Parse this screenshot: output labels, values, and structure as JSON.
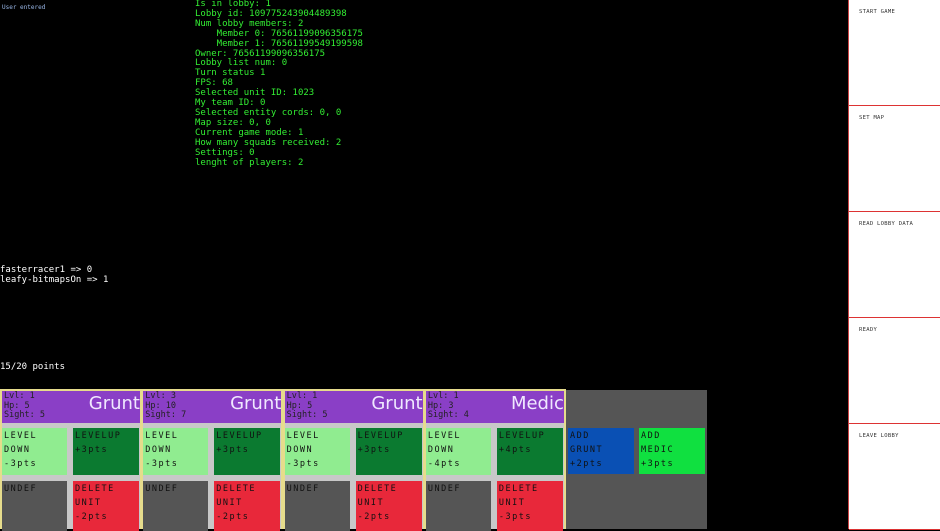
{
  "status": "User entered",
  "debug": [
    "Is in lobby: 1",
    "Lobby id: 109775243904489398",
    "Num lobby members: 2",
    "    Member 0: 76561199096356175",
    "    Member 1: 76561199549199598",
    "Owner: 76561199096356175",
    "Lobby list num: 0",
    "Turn status 1",
    "FPS: 68",
    "Selected unit ID: 1023",
    "My team ID: 0",
    "Selected entity cords: 0, 0",
    "Map size: 0, 0",
    "Current game mode: 1",
    "How many squads received: 2",
    "Settings: 0",
    "lenght of players: 2"
  ],
  "players": [
    "fasterracer1 => 0",
    "leafy-bitmapsOn => 1"
  ],
  "points": "15/20 points",
  "units": [
    {
      "name": "Grunt",
      "stats": "Lvl: 1\nHp: 5\nSight: 5",
      "down": "LEVEL\nDOWN\n-3pts",
      "up": "LEVELUP\n+3pts",
      "undef": "UNDEF",
      "del": "DELETE\nUNIT\n-2pts"
    },
    {
      "name": "Grunt",
      "stats": "Lvl: 3\nHp: 10\nSight: 7",
      "down": "LEVEL\nDOWN\n-3pts",
      "up": "LEVELUP\n+3pts",
      "undef": "UNDEF",
      "del": "DELETE\nUNIT\n-2pts"
    },
    {
      "name": "Grunt",
      "stats": "Lvl: 1\nHp: 5\nSight: 5",
      "down": "LEVEL\nDOWN\n-3pts",
      "up": "LEVELUP\n+3pts",
      "undef": "UNDEF",
      "del": "DELETE\nUNIT\n-2pts"
    },
    {
      "name": "Medic",
      "stats": "Lvl: 1\nHp: 3\nSight: 4",
      "down": "LEVEL\nDOWN\n-4pts",
      "up": "LEVELUP\n+4pts",
      "undef": "UNDEF",
      "del": "DELETE\nUNIT\n-3pts"
    }
  ],
  "add": [
    {
      "label": "ADD\nGRUNT\n+2pts",
      "color": "#0a50b4"
    },
    {
      "label": "ADD\nMEDIC\n+3pts",
      "color": "#10e040"
    }
  ],
  "sidebar": [
    "START GAME",
    "SET MAP",
    "READ LOBBY DATA",
    "READY",
    "LEAVE LOBBY"
  ]
}
